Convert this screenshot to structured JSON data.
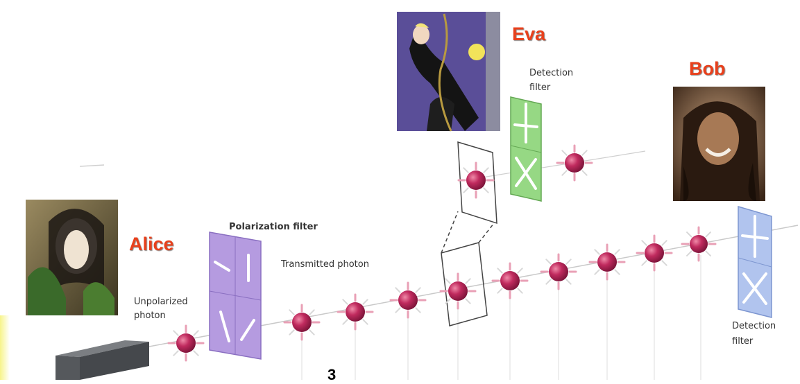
{
  "characters": {
    "alice": "Alice",
    "eva": "Eva",
    "bob": "Bob"
  },
  "labels": {
    "polarization_filter": "Polarization filter",
    "transmitted_photon": "Transmitted photon",
    "unpolarized_photon_line1": "Unpolarized",
    "unpolarized_photon_line2": "photon",
    "eva_detection_filter_line1": "Detection",
    "eva_detection_filter_line2": "filter",
    "bob_detection_filter_line1": "Detection",
    "bob_detection_filter_line2": "filter"
  },
  "page_number": "3",
  "colors": {
    "name": "#e8401c",
    "photon": "#b5245a",
    "polarization_filter": "#a98fd6",
    "eva_filter": "#8fd47a",
    "bob_filter": "#a9bdea",
    "source": "#55585c"
  }
}
